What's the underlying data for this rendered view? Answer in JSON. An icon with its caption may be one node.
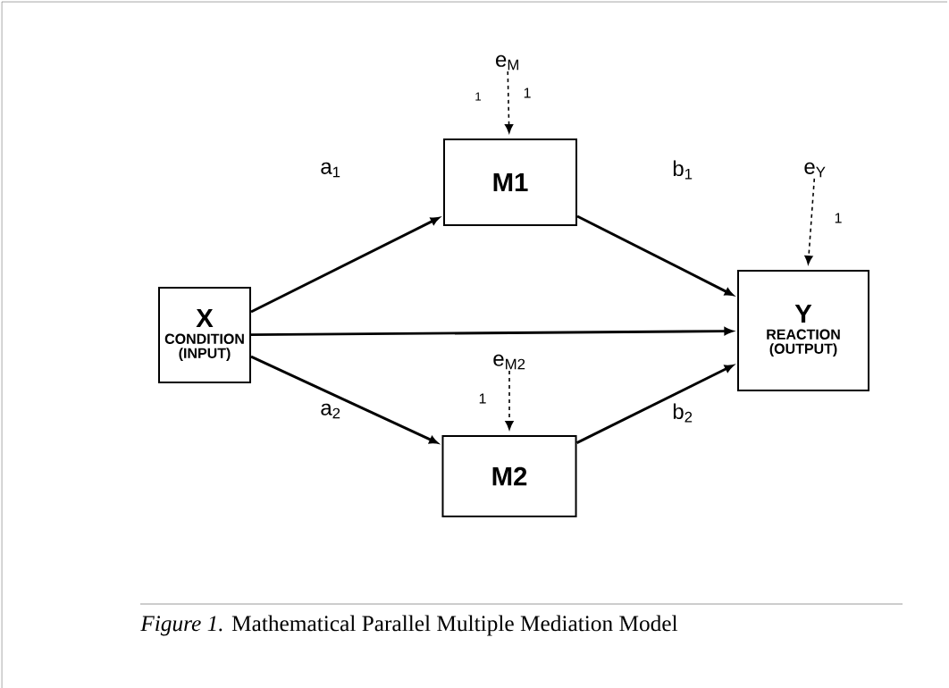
{
  "diagram": {
    "caption": "*Figure 1.* Mathematical Parallel Multiple Mediation Model",
    "nodes": [
      {
        "text": [
          "X",
          "CONDITION (INPUT)"
        ]
      },
      {
        "text": [
          "M1"
        ]
      },
      {
        "text": [
          "Y",
          "REACTION (OUTPUT)"
        ]
      },
      {
        "text": [
          "M2"
        ]
      },
      {
        "text": [
          "e$_{M}$"
        ]
      },
      {
        "text": [
          "e$_{Y}$"
        ]
      },
      {
        "text": [
          "e$_{M2}$"
        ]
      }
    ],
    "edges": [
      {
        "from": 0,
        "to": 1,
        "arrow": "to",
        "label": "a$_{1}$"
      },
      {
        "from": 1,
        "to": 2,
        "arrow": "to",
        "label": "b$_{1}$"
      },
      {
        "from": 0,
        "to": 2,
        "arrow": "to"
      },
      {
        "from": 0,
        "to": 3,
        "arrow": "to",
        "label": "a$_{2}$"
      },
      {
        "from": 3,
        "to": 2,
        "arrow": "to",
        "label": "b$_{2}$"
      },
      {
        "from": 4,
        "to": 1,
        "arrow": "to",
        "label": "1",
        "style": "dashed"
      },
      {
        "from": 5,
        "to": 2,
        "arrow": "to",
        "label": "1",
        "style": "dashed"
      },
      {
        "from": 6,
        "to": 3,
        "arrow": "to",
        "label": "1",
        "style": "dashed"
      }
    ],
    "labels": [
      "1"
    ]
  }
}
